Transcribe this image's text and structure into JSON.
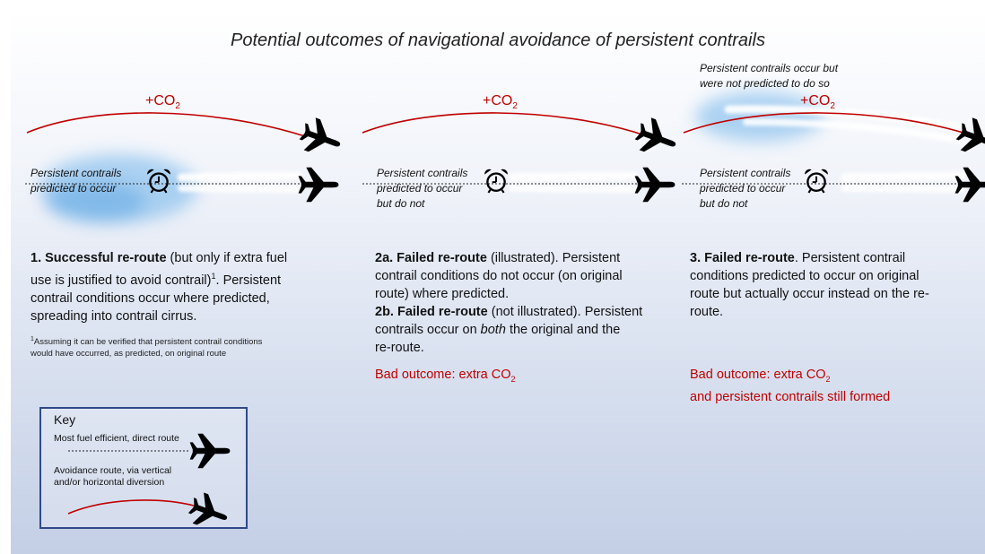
{
  "title": "Potential outcomes of navigational avoidance of persistent contrails",
  "co2_label": {
    "base": "+CO",
    "sub": "2"
  },
  "panel1": {
    "contrail_label_l1": "Persistent contrails",
    "contrail_label_l2": "predicted to occur",
    "desc_num": "1.",
    "desc_bold": "Successful re-route",
    "desc_l1_rest": "(but only if extra fuel",
    "desc_l2": "use is justified to avoid contrail)",
    "desc_l2_sup": "1",
    "desc_l2_rest": ". Persistent",
    "desc_l3": "contrail conditions occur where predicted,",
    "desc_l4": "spreading into contrail cirrus.",
    "foot_sup": "1",
    "foot_l1": "Assuming it can be verified that persistent contrail conditions",
    "foot_l2": "would have occurred, as predicted, on original route"
  },
  "panel2": {
    "contrail_label_l1": "Persistent contrails",
    "contrail_label_l2": "predicted to occur",
    "contrail_label_l3": "but do not",
    "a_bold": "2a. Failed re-route",
    "a_l1_rest": "(illustrated). Persistent",
    "a_l2": "contrail conditions do not occur (on original",
    "a_l3": "route) where predicted.",
    "b_bold": "2b. Failed re-route",
    "b_l1_rest": "(not illustrated). Persistent",
    "b_l2_pre": "contrails occur on",
    "b_l2_em": "both",
    "b_l2_post": "the original and the",
    "b_l3": "re-route.",
    "bad": "Bad outcome: extra CO",
    "bad_sub": "2"
  },
  "panel3": {
    "top_label_l1": "Persistent contrails occur but",
    "top_label_l2": "were not predicted to do so",
    "contrail_label_l1": "Persistent contrails",
    "contrail_label_l2": "predicted to occur",
    "contrail_label_l3": "but do not",
    "desc_bold": "3. Failed re-route",
    "desc_l1_rest": ". Persistent contrail",
    "desc_l2": "conditions predicted to occur on original",
    "desc_l3": "route but actually occur instead on the re-",
    "desc_l4": "route.",
    "bad_l1": "Bad outcome: extra CO",
    "bad_l1_sub": "2",
    "bad_l2": "and persistent contrails still formed"
  },
  "key": {
    "title": "Key",
    "direct_label": "Most fuel efficient, direct route",
    "avoid_label_l1": "Avoidance route, via vertical",
    "avoid_label_l2": "and/or horizontal diversion"
  },
  "colors": {
    "route_red": "#c00000",
    "bad_text": "#c00000",
    "key_border": "#2f4a8a",
    "contrail_blue": "#5fa8e8"
  }
}
